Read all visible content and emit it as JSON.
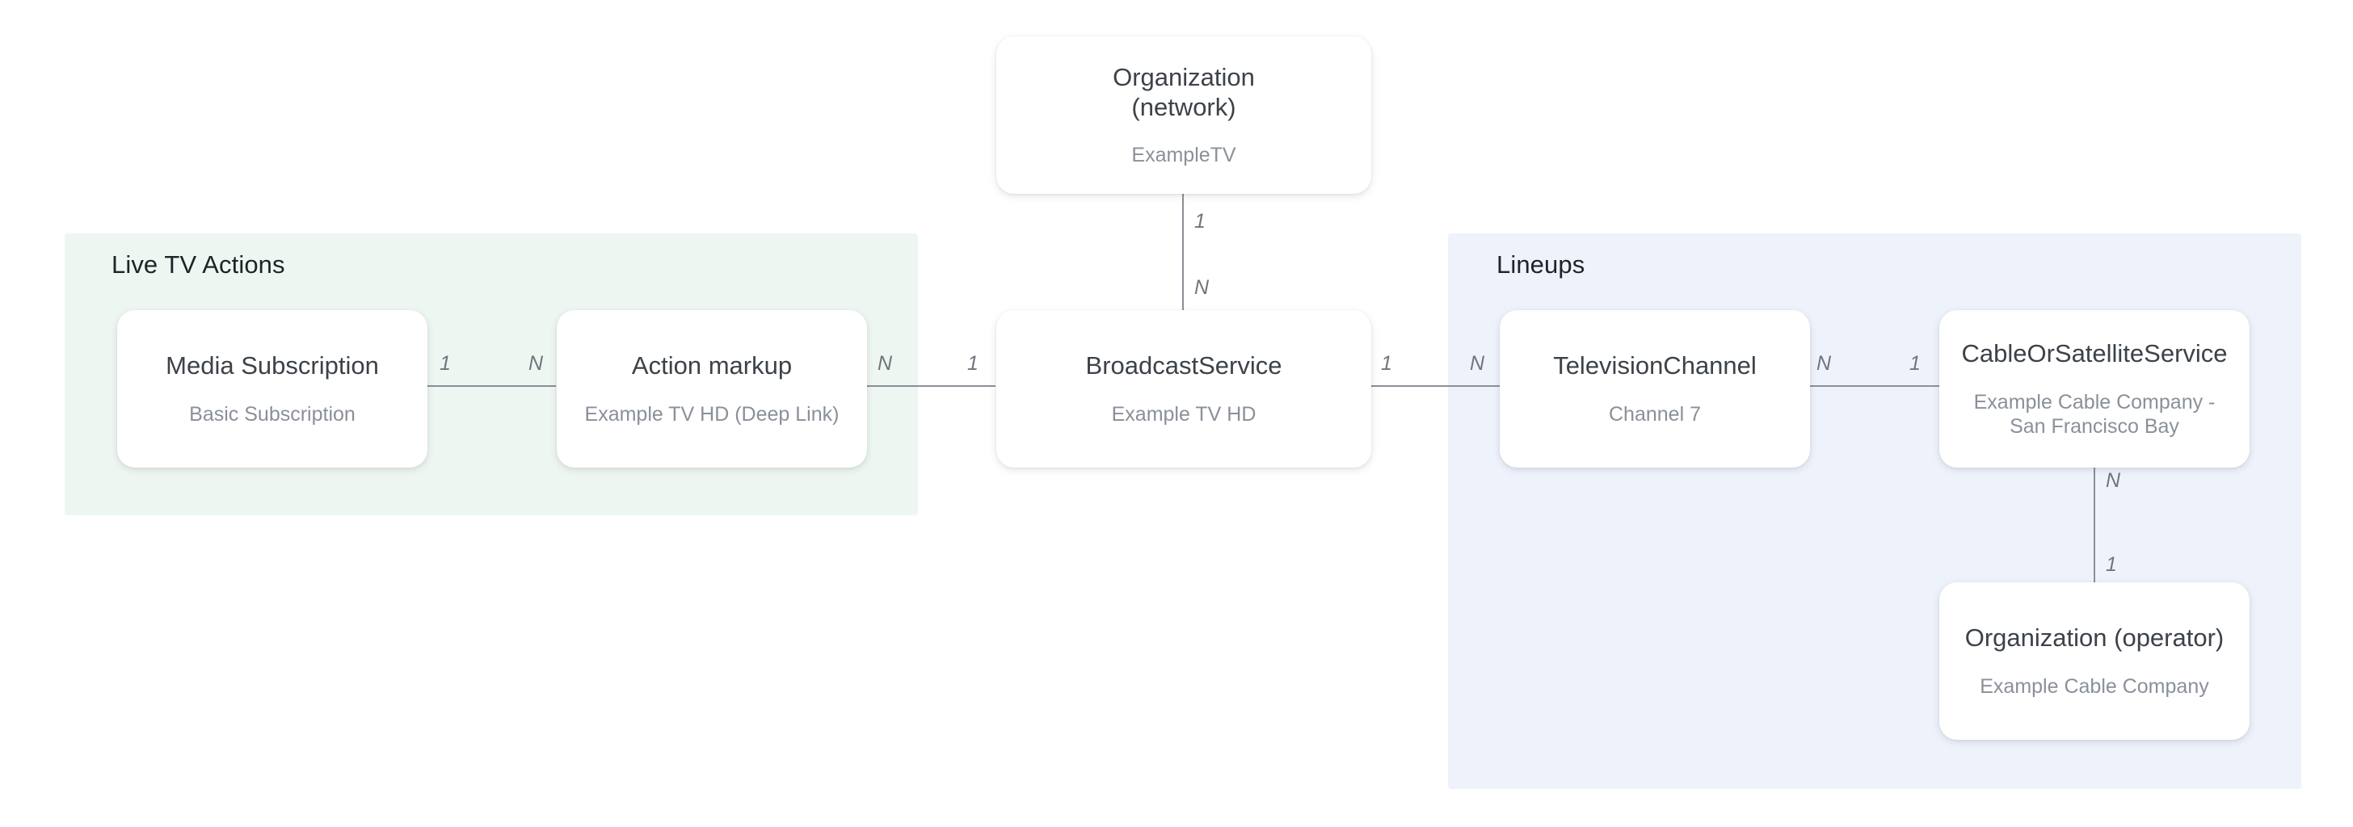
{
  "diagram": {
    "panels": [
      {
        "id": "live-tv-actions",
        "title": "Live TV Actions",
        "color": "#eef6f1"
      },
      {
        "id": "lineups",
        "title": "Lineups",
        "color": "#eef2fb"
      }
    ],
    "nodes": [
      {
        "id": "organization-network",
        "title": "Organization\n(network)",
        "subtitle": "ExampleTV"
      },
      {
        "id": "media-subscription",
        "title": "Media Subscription",
        "subtitle": "Basic Subscription"
      },
      {
        "id": "action-markup",
        "title": "Action markup",
        "subtitle": "Example TV HD (Deep Link)"
      },
      {
        "id": "broadcast-service",
        "title": "BroadcastService",
        "subtitle": "Example TV HD"
      },
      {
        "id": "television-channel",
        "title": "TelevisionChannel",
        "subtitle": "Channel 7"
      },
      {
        "id": "cable-or-satellite-service",
        "title": "CableOrSatelliteService",
        "subtitle": "Example Cable Company -\nSan Francisco Bay"
      },
      {
        "id": "organization-operator",
        "title": "Organization (operator)",
        "subtitle": "Example Cable Company"
      }
    ],
    "edges": [
      {
        "id": "media-subscription-to-action-markup",
        "from": "media-subscription",
        "to": "action-markup",
        "source_cardinality": "1",
        "target_cardinality": "N",
        "orientation": "horizontal"
      },
      {
        "id": "action-markup-to-broadcast-service",
        "from": "action-markup",
        "to": "broadcast-service",
        "source_cardinality": "N",
        "target_cardinality": "1",
        "orientation": "horizontal"
      },
      {
        "id": "organization-network-to-broadcast-service",
        "from": "organization-network",
        "to": "broadcast-service",
        "source_cardinality": "1",
        "target_cardinality": "N",
        "orientation": "vertical"
      },
      {
        "id": "broadcast-service-to-television-channel",
        "from": "broadcast-service",
        "to": "television-channel",
        "source_cardinality": "1",
        "target_cardinality": "N",
        "orientation": "horizontal"
      },
      {
        "id": "television-channel-to-cable-service",
        "from": "television-channel",
        "to": "cable-or-satellite-service",
        "source_cardinality": "N",
        "target_cardinality": "1",
        "orientation": "horizontal"
      },
      {
        "id": "cable-service-to-organization-operator",
        "from": "cable-or-satellite-service",
        "to": "organization-operator",
        "source_cardinality": "N",
        "target_cardinality": "1",
        "orientation": "vertical"
      }
    ],
    "colors": {
      "node_background": "#ffffff",
      "node_title": "#3c4248",
      "node_subtitle": "#8a9099",
      "edge_line": "#8b8f96",
      "edge_label": "#70757d",
      "panel_title": "#1f2328",
      "panel_live_tv_actions": "#eef6f1",
      "panel_lineups": "#eef2fb",
      "canvas_background": "#ffffff"
    }
  }
}
